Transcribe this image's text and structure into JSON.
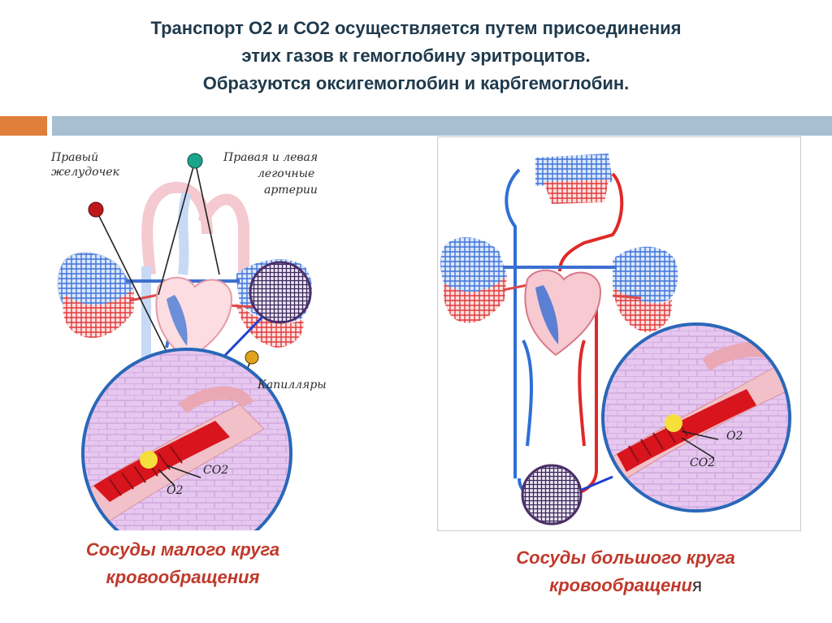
{
  "title": {
    "line1": "Транспорт О2 и СО2 осуществляется путем присоединения",
    "line2": "этих газов к гемоглобину эритроцитов.",
    "line3": "Образуются оксигемоглобин и карбгемоглобин."
  },
  "left_figure": {
    "labels": {
      "right_ventricle_1": "Правый",
      "right_ventricle_2": "желудочек",
      "pulm_arteries_1": "Правая и левая",
      "pulm_arteries_2": "легочные",
      "pulm_arteries_3": "артерии",
      "capillaries": "Капилляры",
      "co2": "CO2",
      "o2": "O2"
    },
    "caption_line1": "Сосуды малого круга",
    "caption_line2": "кровообращения"
  },
  "right_figure": {
    "labels": {
      "o2": "O2",
      "co2": "CO2"
    },
    "caption_line1": "Сосуды большого круга",
    "caption_line2_main": "кровообращени",
    "caption_line2_tail": "я"
  },
  "colors": {
    "title": "#1f3a4d",
    "accent_bar": "#e07e3c",
    "main_bar": "#a7bfd0",
    "caption": "#c0392b",
    "artery_red": "#e02828",
    "vein_blue": "#2f6fd6",
    "pointer_blue": "#1f3fd0"
  }
}
